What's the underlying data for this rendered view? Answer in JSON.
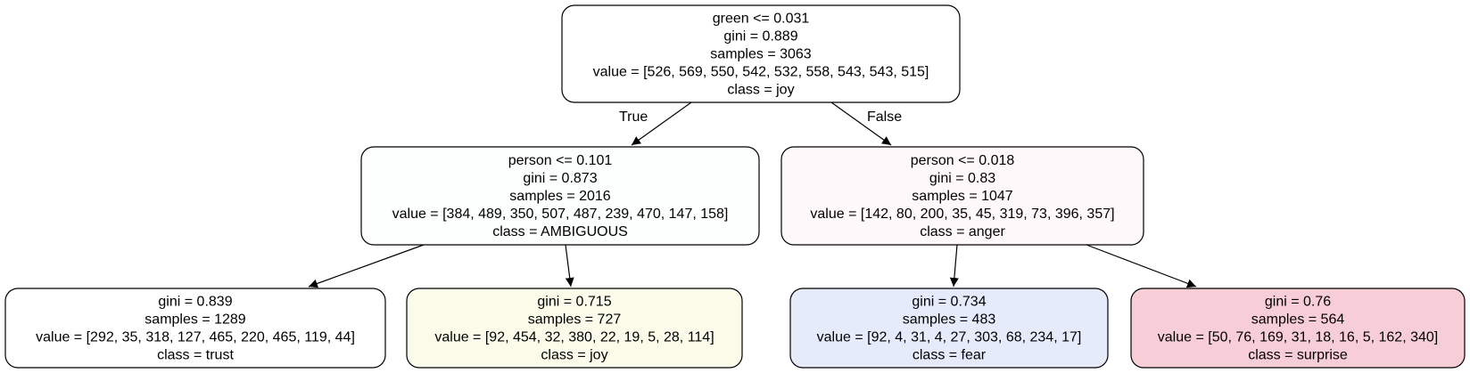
{
  "tree": {
    "nodes": [
      {
        "id": "root",
        "lines": [
          "green <= 0.031",
          "gini = 0.889",
          "samples = 3063",
          "value = [526, 569, 550, 542, 532, 558, 543, 543, 515]",
          "class = joy"
        ],
        "fill": "#ffffff"
      },
      {
        "id": "left",
        "lines": [
          "person <= 0.101",
          "gini = 0.873",
          "samples = 2016",
          "value = [384, 489, 350, 507, 487, 239, 470, 147, 158]",
          "class = AMBIGUOUS"
        ],
        "fill": "#fcfffd"
      },
      {
        "id": "right",
        "lines": [
          "person <= 0.018",
          "gini = 0.83",
          "samples = 1047",
          "value = [142, 80, 200, 35, 45, 319, 73, 396, 357]",
          "class = anger"
        ],
        "fill": "#fef8fb"
      },
      {
        "id": "left-left",
        "lines": [
          "gini = 0.839",
          "samples = 1289",
          "value = [292, 35, 318, 127, 465, 220, 465, 119, 44]",
          "class = trust"
        ],
        "fill": "#ffffff"
      },
      {
        "id": "left-right",
        "lines": [
          "gini = 0.715",
          "samples = 727",
          "value = [92, 454, 32, 380, 22, 19, 5, 28, 114]",
          "class = joy"
        ],
        "fill": "#fafbe9"
      },
      {
        "id": "right-left",
        "lines": [
          "gini = 0.734",
          "samples = 483",
          "value = [92, 4, 31, 4, 27, 303, 68, 234, 17]",
          "class = fear"
        ],
        "fill": "#e6ebfb"
      },
      {
        "id": "right-right",
        "lines": [
          "gini = 0.76",
          "samples = 564",
          "value = [50, 76, 169, 31, 18, 16, 5, 162, 340]",
          "class = surprise"
        ],
        "fill": "#f7cdd8"
      }
    ],
    "edges": [
      {
        "from": "root",
        "to": "left",
        "label": "True"
      },
      {
        "from": "root",
        "to": "right",
        "label": "False"
      },
      {
        "from": "left",
        "to": "left-left",
        "label": ""
      },
      {
        "from": "left",
        "to": "left-right",
        "label": ""
      },
      {
        "from": "right",
        "to": "right-left",
        "label": ""
      },
      {
        "from": "right",
        "to": "right-right",
        "label": ""
      }
    ]
  }
}
